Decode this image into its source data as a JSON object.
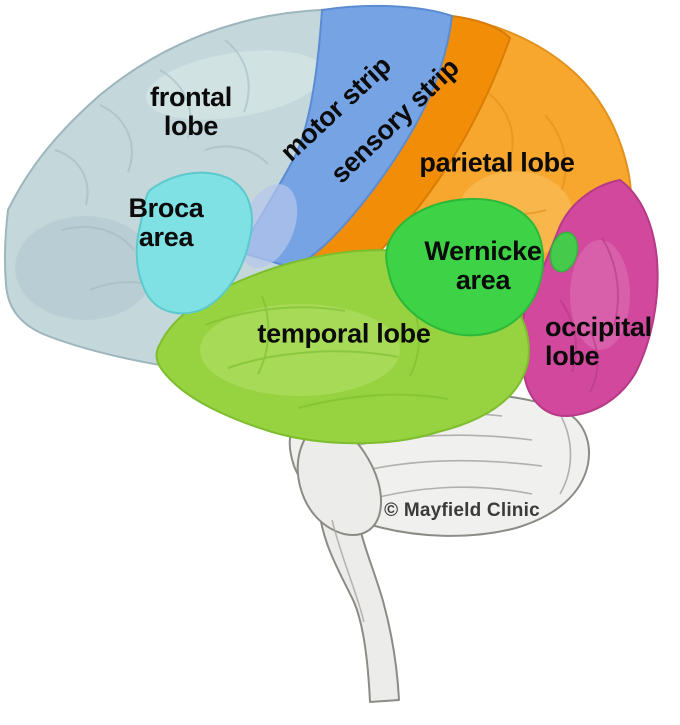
{
  "diagram": {
    "credit": "© Mayfield Clinic",
    "regions": {
      "frontal": {
        "name": "frontal lobe",
        "lines": [
          "frontal",
          "lobe"
        ],
        "color": "#c4d7da"
      },
      "broca": {
        "name": "Broca area",
        "lines": [
          "Broca",
          "area"
        ],
        "color": "#7fe1e4"
      },
      "motor": {
        "name": "motor strip",
        "lines": [
          "motor strip"
        ],
        "color": "#76a3e4"
      },
      "sensory": {
        "name": "sensory strip",
        "lines": [
          "sensory strip"
        ],
        "color": "#f28d07"
      },
      "parietal": {
        "name": "parietal lobe",
        "lines": [
          "parietal lobe"
        ],
        "color": "#f7a62e"
      },
      "wernicke": {
        "name": "Wernicke area",
        "lines": [
          "Wernicke",
          "area"
        ],
        "color": "#3ed247"
      },
      "temporal": {
        "name": "temporal lobe",
        "lines": [
          "temporal lobe"
        ],
        "color": "#97d341"
      },
      "occipital": {
        "name": "occipital lobe",
        "lines": [
          "occipital",
          "lobe"
        ],
        "color": "#d1489c"
      }
    }
  }
}
